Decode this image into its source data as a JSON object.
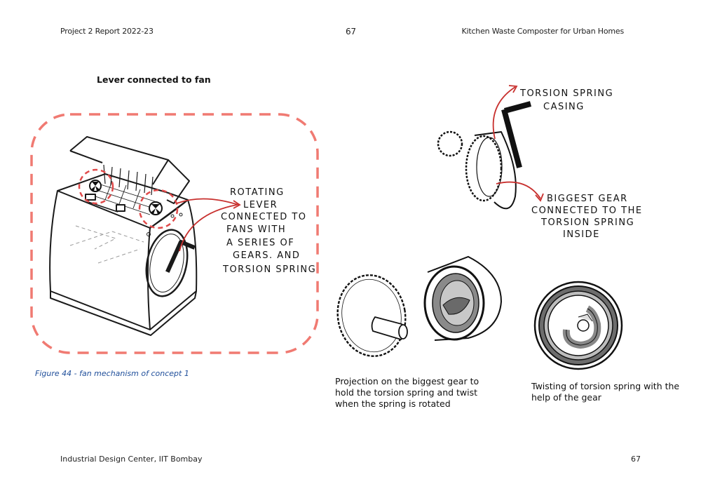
{
  "header": {
    "left": "Project 2 Report  2022-23",
    "page_number": "67",
    "right": "Kitchen Waste Composter for Urban Homes"
  },
  "section": {
    "title": "Lever connected to fan"
  },
  "sketch_left": {
    "annotation_lines": [
      "ROTATING",
      "LEVER",
      "CONNECTED TO",
      "FANS  WITH",
      "A SERIES  OF",
      "GEARS. AND",
      "TORSION SPRING"
    ],
    "highlight_color": "#e04a4a",
    "frame_color": "#f07a72"
  },
  "figure_caption": "Figure 44 - fan mechanism of concept 1",
  "sketch_right": {
    "label_top": [
      "TORSION SPRING",
      "CASING"
    ],
    "label_bottom": [
      "BIGGEST GEAR",
      "CONNECTED TO THE",
      "TORSION SPRING",
      "INSIDE"
    ],
    "arrow_color": "#c8302e"
  },
  "captions": {
    "projection": "Projection on the biggest gear to hold the torsion spring and twist when the spring is rotated",
    "twisting": "Twisting of torsion spring with the help of the gear"
  },
  "footer": {
    "left": "Industrial Design Center, IIT Bombay",
    "page_number": "67"
  }
}
